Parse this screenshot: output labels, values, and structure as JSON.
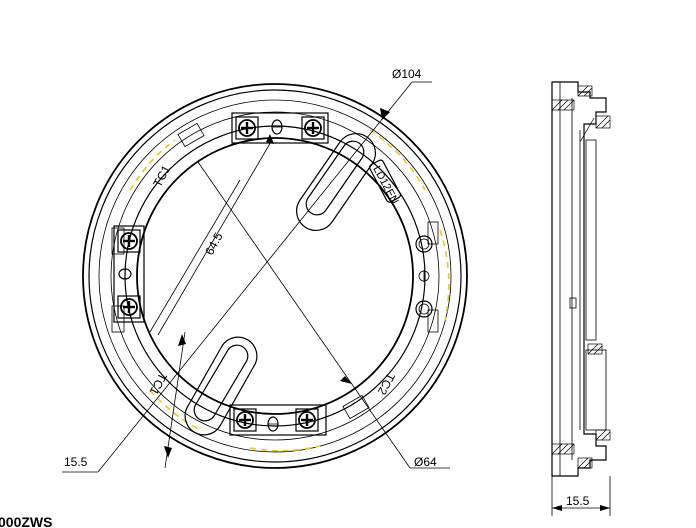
{
  "title_fragment": "000ZWS",
  "dimensions": {
    "outer_diameter": "Ø104",
    "inner_diameter": "Ø64",
    "mount_spacing": "64.5",
    "slot_width": "15.5",
    "side_depth": "15.5"
  },
  "markings": {
    "tc1_top": "TC1",
    "tc1_bottom": "TC1",
    "tc2": "TC2",
    "model": "LD12EN"
  },
  "colors": {
    "line": "#000000",
    "accent": "#e8c830"
  }
}
